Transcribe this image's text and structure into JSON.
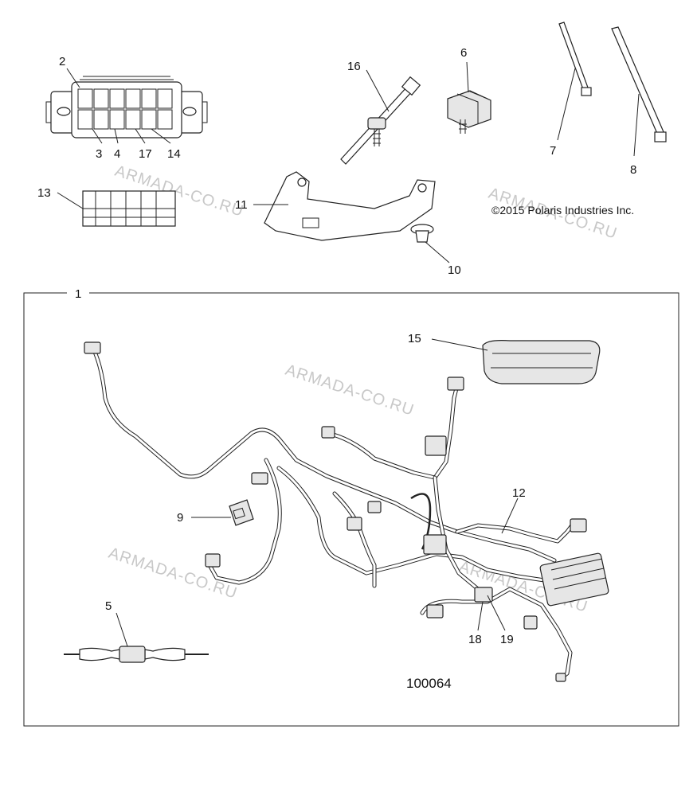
{
  "copyright": "©2015 Polaris Industries Inc.",
  "part_number": "100064",
  "watermark": "ARMADA-CO.RU",
  "callouts": {
    "c1": "1",
    "c2": "2",
    "c3": "3",
    "c4": "4",
    "c5": "5",
    "c6": "6",
    "c7": "7",
    "c8": "8",
    "c9": "9",
    "c10": "10",
    "c11": "11",
    "c12": "12",
    "c13": "13",
    "c14": "14",
    "c15": "15",
    "c16": "16",
    "c17": "17",
    "c18": "18",
    "c19": "19"
  }
}
